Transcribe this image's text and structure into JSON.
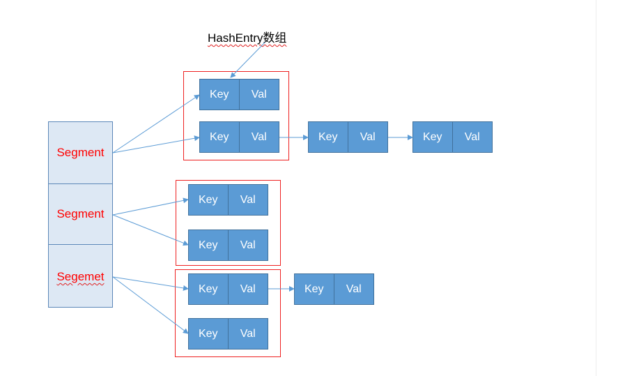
{
  "title": "HashEntry数组",
  "segments": [
    {
      "label": "Segment"
    },
    {
      "label": "Segment"
    },
    {
      "label": "Segemet"
    }
  ],
  "entries": [
    {
      "key": "Key",
      "val": "Val"
    },
    {
      "key": "Key",
      "val": "Val"
    },
    {
      "key": "Key",
      "val": "Val"
    },
    {
      "key": "Key",
      "val": "Val"
    },
    {
      "key": "Key",
      "val": "Val"
    },
    {
      "key": "Key",
      "val": "Val"
    },
    {
      "key": "Key",
      "val": "Val"
    },
    {
      "key": "Key",
      "val": "Val"
    },
    {
      "key": "Key",
      "val": "Val"
    }
  ],
  "colors": {
    "segment_fill": "#dde8f4",
    "segment_text": "#ff0000",
    "entry_fill": "#5b9bd5",
    "array_border": "#ee2020",
    "arrow": "#5b9bd5"
  }
}
